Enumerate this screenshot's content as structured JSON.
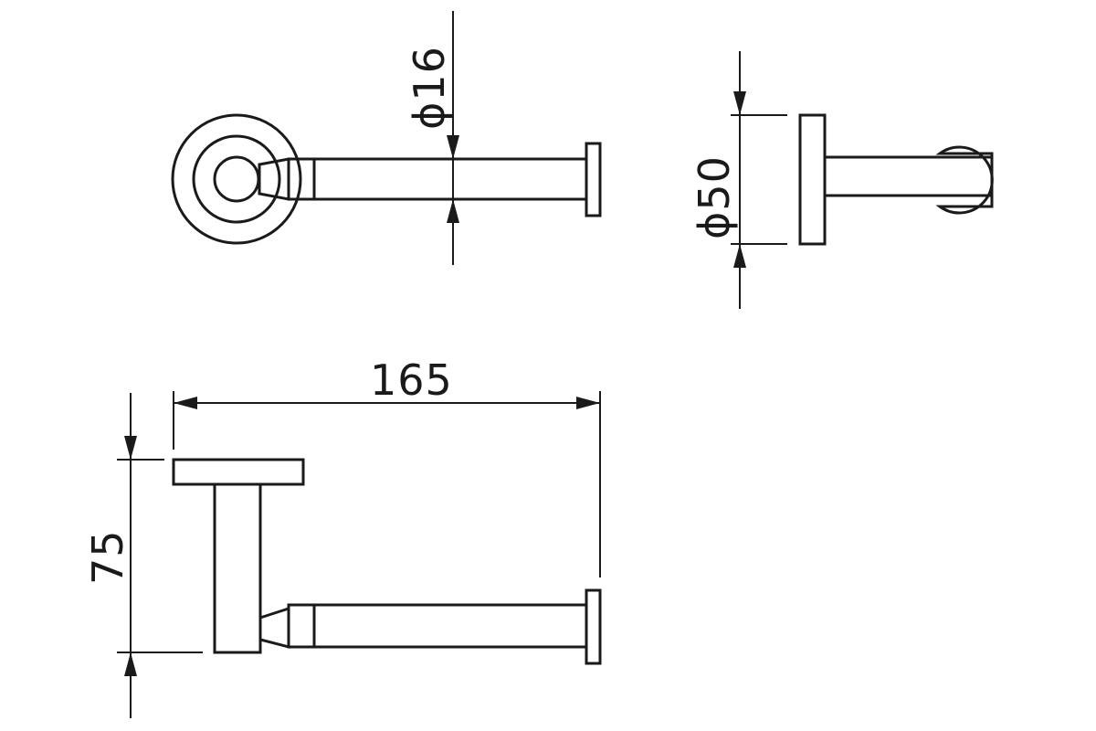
{
  "dimensions": {
    "bar_diameter": "ϕ16",
    "base_diameter": "ϕ50",
    "overall_length": "165",
    "projection": "75"
  },
  "colors": {
    "line": "#1a1a1a",
    "background": "#ffffff"
  }
}
